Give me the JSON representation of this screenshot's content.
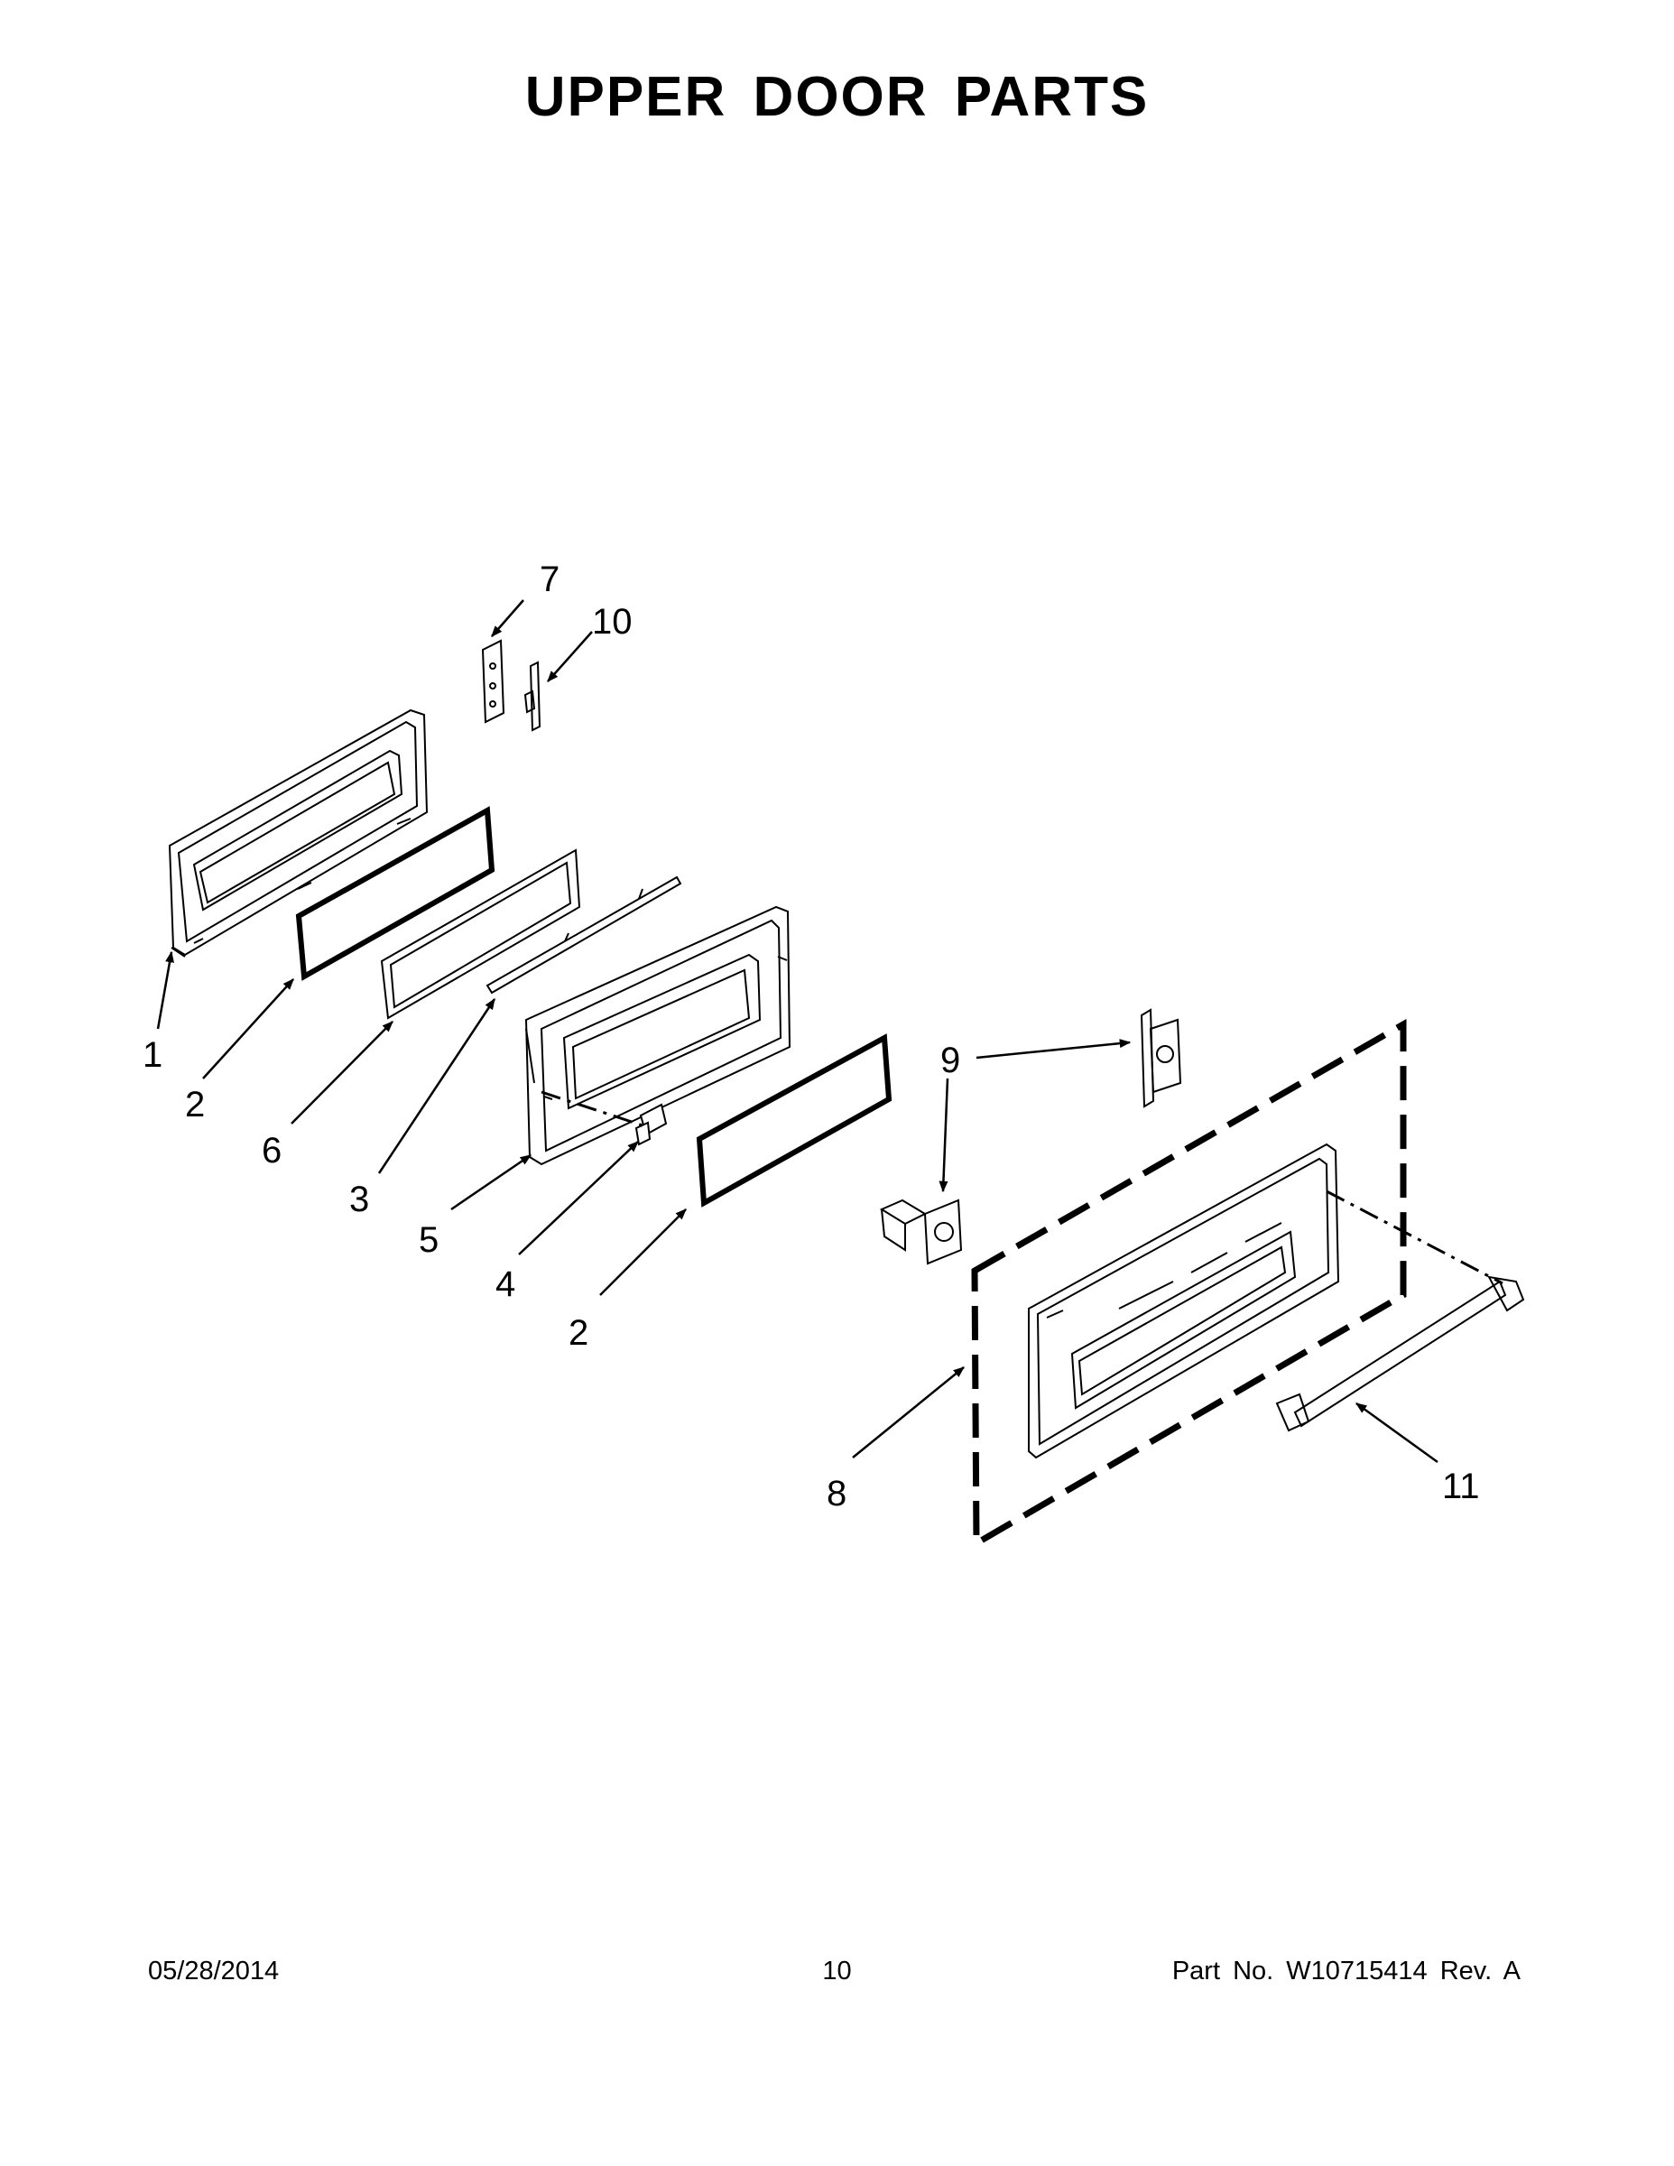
{
  "title": "UPPER DOOR PARTS",
  "footer": {
    "date": "05/28/2014",
    "page": "10",
    "part_number": "Part No.  W10715414  Rev.  A"
  },
  "callouts": {
    "c1": "1",
    "c2a": "2",
    "c2b": "2",
    "c3": "3",
    "c4": "4",
    "c5": "5",
    "c6": "6",
    "c7": "7",
    "c8": "8",
    "c9": "9",
    "c10": "10",
    "c11": "11"
  }
}
